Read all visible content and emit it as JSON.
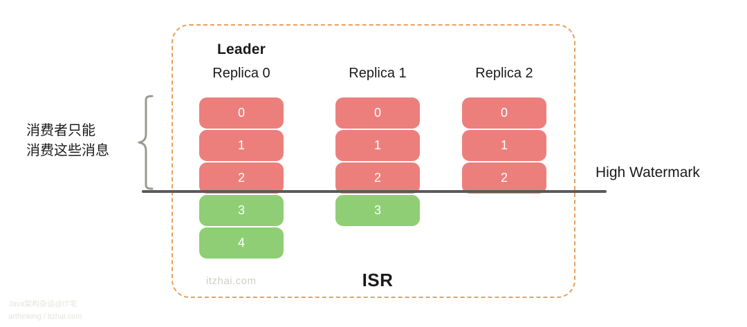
{
  "diagram": {
    "title_isr": "ISR",
    "leader_label": "Leader",
    "columns": [
      {
        "name": "replica-0",
        "header": "Replica 0",
        "is_leader": true,
        "cells": [
          {
            "label": "0",
            "state": "committed",
            "color": "#ec7f7c"
          },
          {
            "label": "1",
            "state": "committed",
            "color": "#ec7f7c"
          },
          {
            "label": "2",
            "state": "committed",
            "color": "#ec7f7c"
          },
          {
            "label": "3",
            "state": "uncommitted",
            "color": "#8fce75"
          },
          {
            "label": "4",
            "state": "uncommitted",
            "color": "#8fce75"
          }
        ]
      },
      {
        "name": "replica-1",
        "header": "Replica 1",
        "is_leader": false,
        "cells": [
          {
            "label": "0",
            "state": "committed",
            "color": "#ec7f7c"
          },
          {
            "label": "1",
            "state": "committed",
            "color": "#ec7f7c"
          },
          {
            "label": "2",
            "state": "committed",
            "color": "#ec7f7c"
          },
          {
            "label": "3",
            "state": "uncommitted",
            "color": "#8fce75"
          }
        ]
      },
      {
        "name": "replica-2",
        "header": "Replica 2",
        "is_leader": false,
        "cells": [
          {
            "label": "0",
            "state": "committed",
            "color": "#ec7f7c"
          },
          {
            "label": "1",
            "state": "committed",
            "color": "#ec7f7c"
          },
          {
            "label": "2",
            "state": "committed",
            "color": "#ec7f7c"
          }
        ]
      }
    ],
    "high_watermark_label": "High Watermark",
    "consumer_annotation": "消费者只能\n消费这些消息",
    "colors": {
      "committed": "#ec7f7c",
      "uncommitted": "#8fce75",
      "isr_border": "#e8a05c",
      "watermark_line": "#5a5a5a",
      "brace": "#9a9a92"
    }
  },
  "watermarks": {
    "inner": "itzhai.com",
    "corner": "Java架构杂谈@IT宅\narthinking / itzhai.com"
  }
}
